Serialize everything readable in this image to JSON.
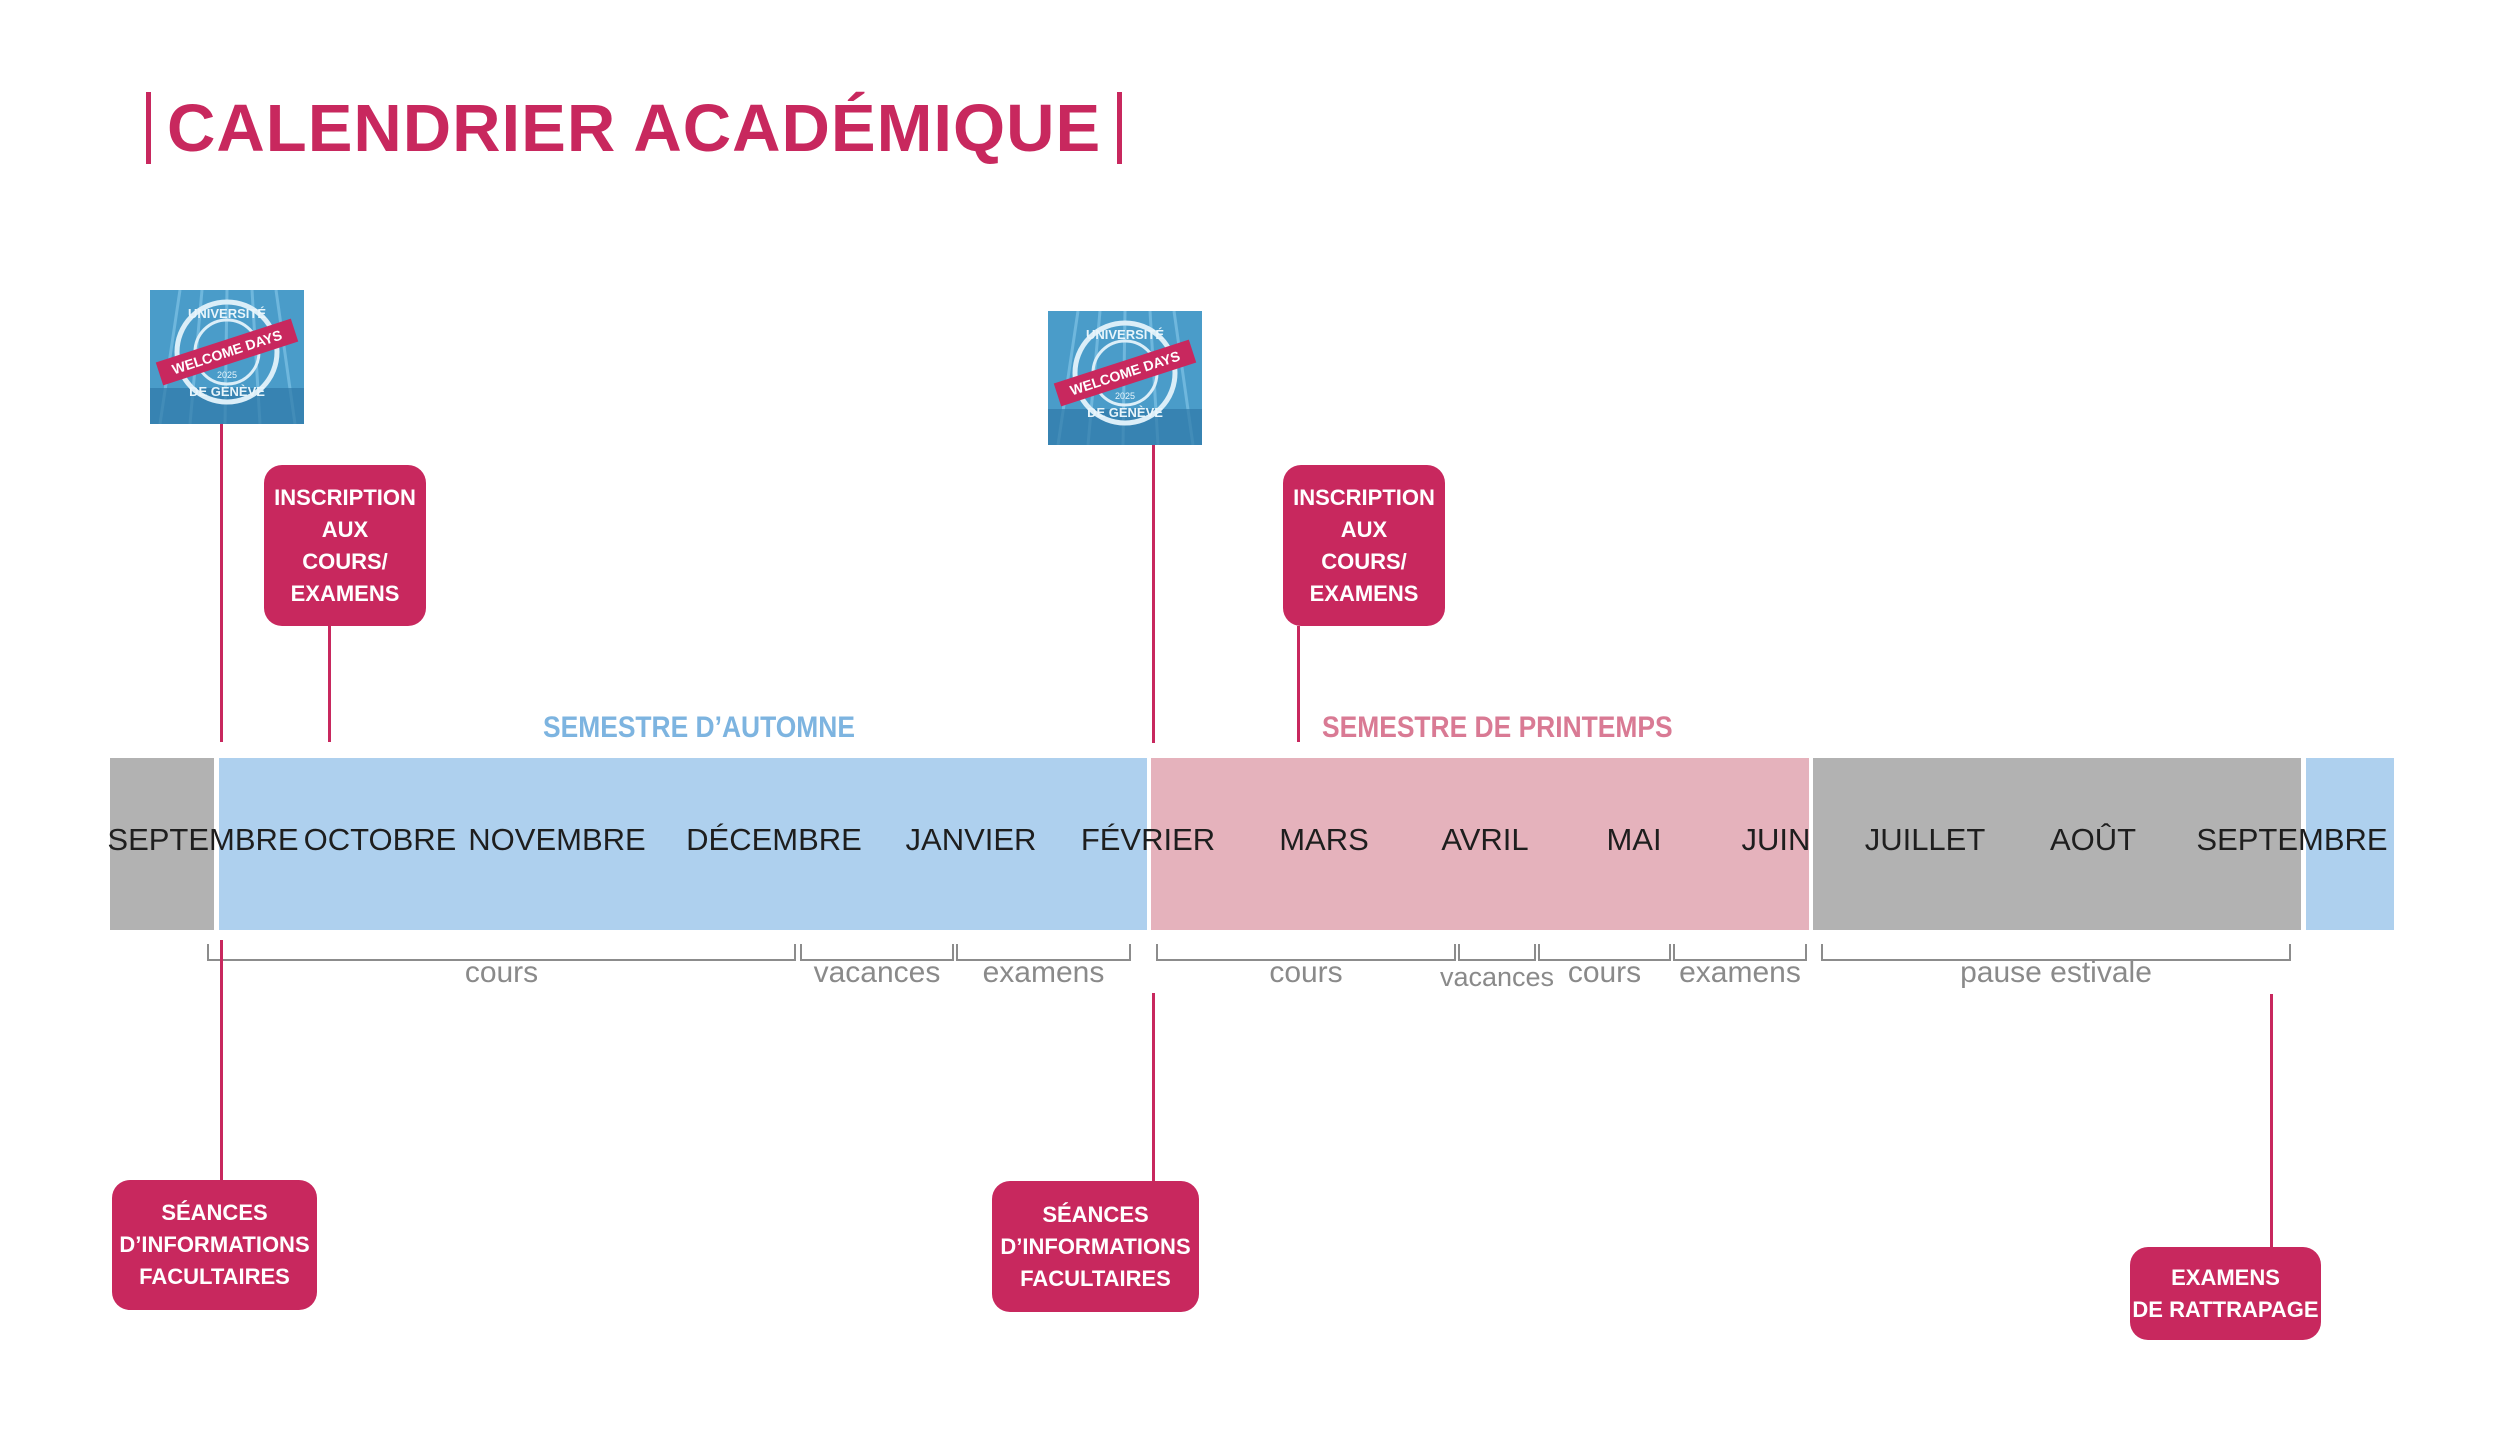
{
  "title": "CALENDRIER ACADÉMIQUE",
  "colors": {
    "accent": "#c8285e",
    "autumn": "#aed0ee",
    "spring": "#e5b2bc",
    "break": "#b2b2b2",
    "autumn_text": "#7db4e0",
    "spring_text": "#d97a94",
    "phase_text": "#8a8a8a"
  },
  "semesters": {
    "autumn": "SEMESTRE D’AUTOMNE",
    "spring": "SEMESTRE DE PRINTEMPS"
  },
  "months": [
    "SEPTEMBRE",
    "OCTOBRE",
    "NOVEMBRE",
    "DÉCEMBRE",
    "JANVIER",
    "FÉVRIER",
    "MARS",
    "AVRIL",
    "MAI",
    "JUIN",
    "JUILLET",
    "AOÛT",
    "SEPTEMBRE"
  ],
  "phases": [
    "cours",
    "vacances",
    "examens",
    "cours",
    "vacances",
    "cours",
    "examens",
    "pause estivale"
  ],
  "boxes": {
    "inscription_autumn": "INSCRIPTION\nAUX\nCOURS/\nEXAMENS",
    "inscription_spring": "INSCRIPTION\nAUX\nCOURS/\nEXAMENS",
    "seances_autumn": "SÉANCES\nD’INFORMATIONS\nFACULTAIRES",
    "seances_spring": "SÉANCES\nD’INFORMATIONS\nFACULTAIRES",
    "rattrapage": "EXAMENS\nDE RATTRAPAGE"
  },
  "welcome_badge": {
    "ring_top": "UNIVERSITÉ",
    "ribbon": "WELCOME DAYS",
    "ring_bottom": "DE GENÈVE",
    "center": "2025"
  }
}
